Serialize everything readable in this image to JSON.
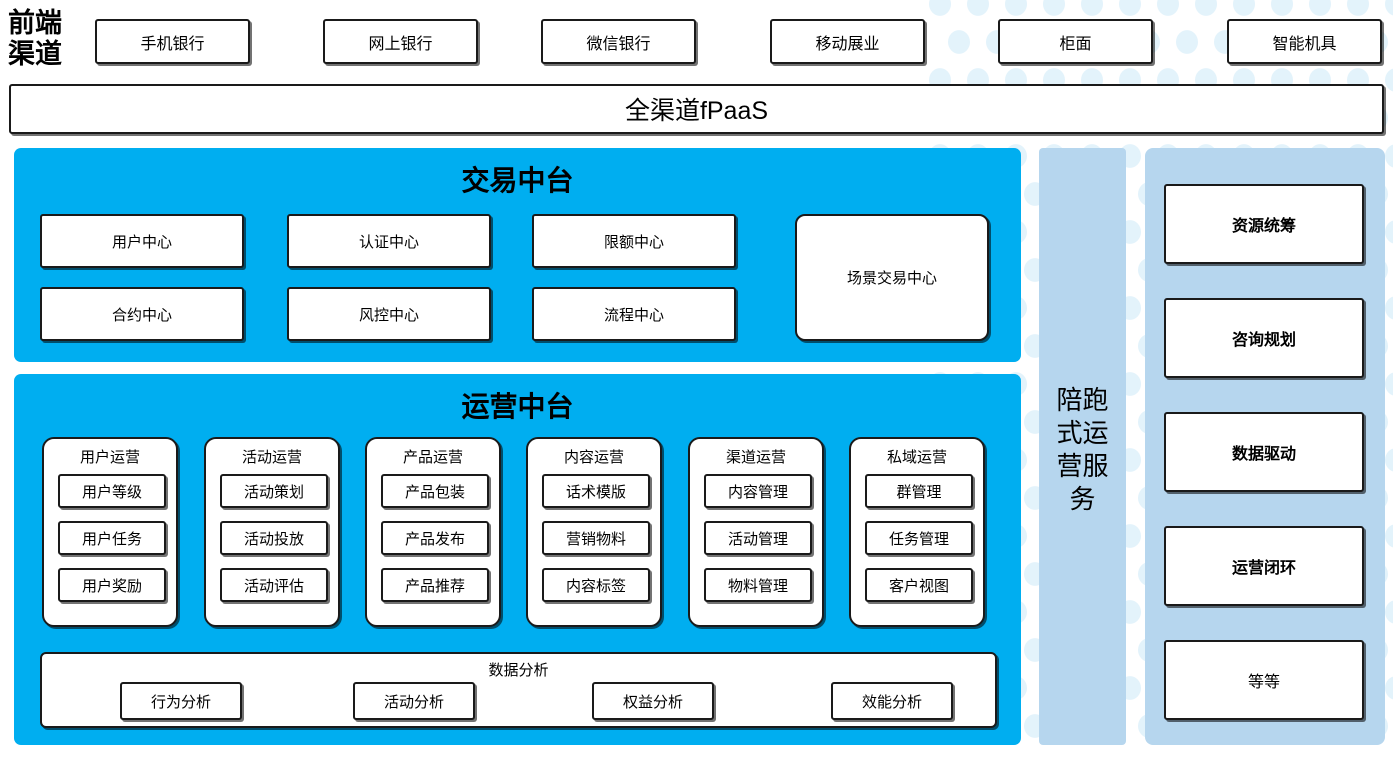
{
  "theme": {
    "accent_blue": "#00AEF0",
    "light_blue": "#B6D6EE",
    "dot_blue": "#E3F3FB",
    "box_border": "#1a1a1a",
    "box_fill": "#ffffff"
  },
  "channels": {
    "label": "前端渠道",
    "label_lines": [
      "前端",
      "渠道"
    ],
    "items": [
      {
        "label": "手机银行"
      },
      {
        "label": "网上银行"
      },
      {
        "label": "微信银行"
      },
      {
        "label": "移动展业"
      },
      {
        "label": "柜面"
      },
      {
        "label": "智能机具"
      }
    ]
  },
  "fpaas": {
    "label": "全渠道fPaaS"
  },
  "trade_platform": {
    "title": "交易中台",
    "boxes": [
      {
        "label": "用户中心"
      },
      {
        "label": "认证中心"
      },
      {
        "label": "限额中心"
      },
      {
        "label": "合约中心"
      },
      {
        "label": "风控中心"
      },
      {
        "label": "流程中心"
      },
      {
        "label": "场景交易中心"
      }
    ]
  },
  "operation_platform": {
    "title": "运营中台",
    "columns": [
      {
        "title": "用户运营",
        "items": [
          "用户等级",
          "用户任务",
          "用户奖励"
        ]
      },
      {
        "title": "活动运营",
        "items": [
          "活动策划",
          "活动投放",
          "活动评估"
        ]
      },
      {
        "title": "产品运营",
        "items": [
          "产品包装",
          "产品发布",
          "产品推荐"
        ]
      },
      {
        "title": "内容运营",
        "items": [
          "话术模版",
          "营销物料",
          "内容标签"
        ]
      },
      {
        "title": "渠道运营",
        "items": [
          "内容管理",
          "活动管理",
          "物料管理"
        ]
      },
      {
        "title": "私域运营",
        "items": [
          "群管理",
          "任务管理",
          "客户视图"
        ]
      }
    ],
    "data_analysis": {
      "title": "数据分析",
      "items": [
        "行为分析",
        "活动分析",
        "权益分析",
        "效能分析"
      ]
    }
  },
  "service_column": {
    "label": "陪跑式运营服务",
    "label_lines": [
      "陪跑",
      "式运",
      "营服",
      "务"
    ]
  },
  "pillars": {
    "items": [
      {
        "label": "资源统筹",
        "bold": true
      },
      {
        "label": "咨询规划",
        "bold": true
      },
      {
        "label": "数据驱动",
        "bold": true
      },
      {
        "label": "运营闭环",
        "bold": true
      },
      {
        "label": "等等",
        "bold": false
      }
    ]
  }
}
